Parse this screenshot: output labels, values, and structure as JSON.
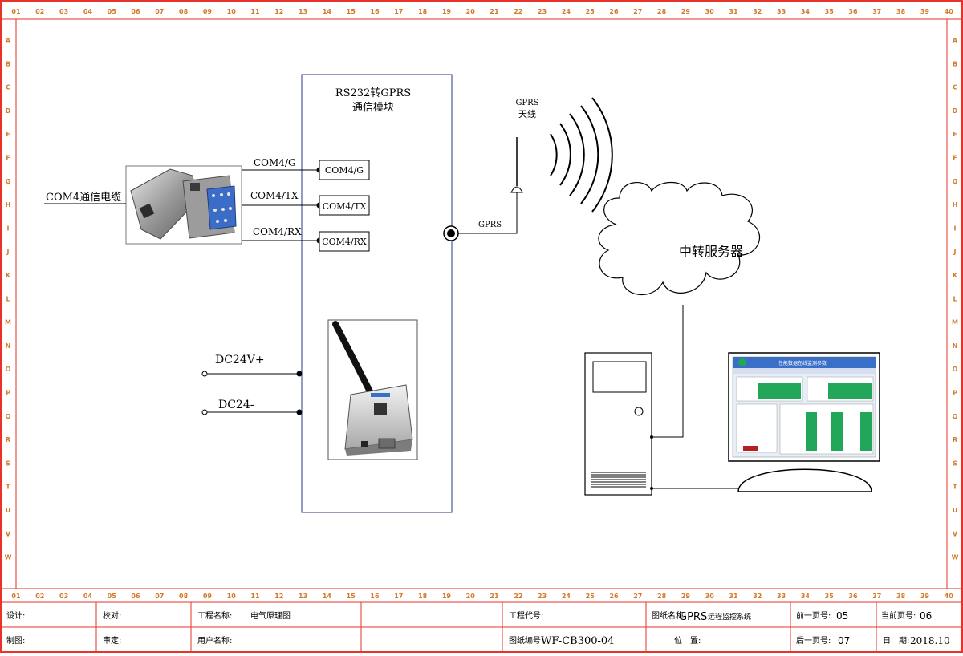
{
  "ruler": {
    "columns": [
      "01",
      "02",
      "03",
      "04",
      "05",
      "06",
      "07",
      "08",
      "09",
      "10",
      "11",
      "12",
      "13",
      "14",
      "15",
      "16",
      "17",
      "18",
      "19",
      "20",
      "21",
      "22",
      "23",
      "24",
      "25",
      "26",
      "27",
      "28",
      "29",
      "30",
      "31",
      "32",
      "33",
      "34",
      "35",
      "36",
      "37",
      "38",
      "39",
      "40"
    ],
    "rows": [
      "A",
      "B",
      "C",
      "D",
      "E",
      "F",
      "G",
      "H",
      "I",
      "J",
      "K",
      "L",
      "M",
      "N",
      "O",
      "P",
      "Q",
      "R",
      "S",
      "T",
      "U",
      "V",
      "W"
    ]
  },
  "diagram": {
    "cable_label": "COM4通信电缆",
    "module_title_line1": "RS232转GPRS",
    "module_title_line2": "通信模块",
    "ports": [
      {
        "wire_label": "COM4/G",
        "box_label": "COM4/G"
      },
      {
        "wire_label": "COM4/TX",
        "box_label": "COM4/TX"
      },
      {
        "wire_label": "COM4/RX",
        "box_label": "COM4/RX"
      }
    ],
    "power": [
      "DC24V+",
      "DC24-"
    ],
    "antenna_label_line1": "GPRS",
    "antenna_label_line2": "天线",
    "gprs_label": "GPRS",
    "cloud_label": "中转服务器",
    "screen_app_title": "性能数据在线监测参数"
  },
  "title_block": {
    "design": "设计:",
    "check": "校对:",
    "project_name_label": "工程名称:",
    "project_name": "电气原理图",
    "draw": "制图:",
    "review": "审定:",
    "user_name_label": "用户名称:",
    "project_code_label": "工程代号:",
    "drawing_no_label": "图纸编号:",
    "drawing_no": "WF-CB300-04",
    "drawing_name_label": "图纸名称:",
    "drawing_name_main": "GPRS",
    "drawing_name_sub": "远程监控系统",
    "position_label": "位　置:",
    "prev_page_label": "前一页号:",
    "prev_page": "05",
    "next_page_label": "后一页号:",
    "next_page": "07",
    "current_page_label": "当前页号:",
    "current_page": "06",
    "date_label": "日　期:",
    "date": "2018.10"
  },
  "colors": {
    "frame_red": "#e8322a",
    "ruler_text": "#d4782a",
    "module_border": "#2a3a8c",
    "screen_green": "#22a65a",
    "screen_blue": "#3a6fc8"
  }
}
